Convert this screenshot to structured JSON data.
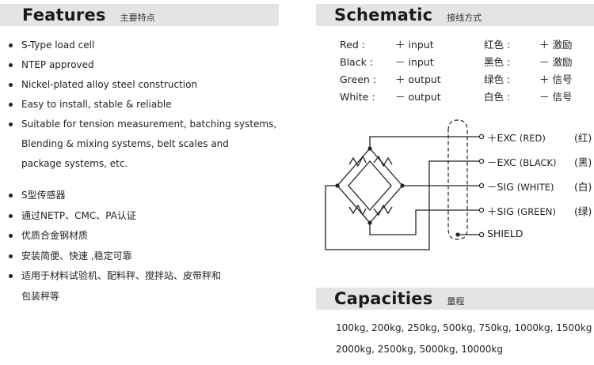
{
  "features": {
    "title": "Features",
    "subtitle": "主要特点",
    "en_items": [
      [
        "S-Type load cell"
      ],
      [
        "NTEP approved"
      ],
      [
        "Nickel-plated alloy steel construction"
      ],
      [
        "Easy to install, stable & reliable"
      ],
      [
        "Suitable for tension measurement, batching systems,",
        "Blending & mixing systems, belt scales and",
        "package systems, etc."
      ]
    ],
    "cn_items": [
      [
        "S型传感器"
      ],
      [
        "通过NETP、CMC、PA认证"
      ],
      [
        "优质合金钢材质"
      ],
      [
        "安装简便、快速 ,稳定可靠"
      ],
      [
        "适用于材料试验机、配料秤、搅拌站、皮带秤和",
        "包装秤等"
      ]
    ]
  },
  "schematic": {
    "title": "Schematic",
    "subtitle": "接线方式",
    "wires": [
      {
        "en": "Red :",
        "signal": "＋ input",
        "cn": "红色 :",
        "cn_signal": "＋ 激励"
      },
      {
        "en": "Black :",
        "signal": "－ input",
        "cn": "黑色 :",
        "cn_signal": "－ 激励"
      },
      {
        "en": "Green :",
        "signal": "＋ output",
        "cn": "绿色 :",
        "cn_signal": "＋ 信号"
      },
      {
        "en": "White :",
        "signal": "－ output",
        "cn": "白色 :",
        "cn_signal": "－ 信号"
      }
    ],
    "terminals": [
      {
        "label": "＋EXC",
        "color": "(RED)",
        "cn": "(红)"
      },
      {
        "label": "－EXC",
        "color": "(BLACK)",
        "cn": "(黑)"
      },
      {
        "label": "－SIG",
        "color": "(WHITE)",
        "cn": "(白)"
      },
      {
        "label": "＋SIG",
        "color": "(GREEN)",
        "cn": "(绿)"
      },
      {
        "label": "SHIELD",
        "color": "",
        "cn": ""
      }
    ]
  },
  "capacities": {
    "title": "Capacities",
    "subtitle": "量程",
    "line1": "100kg, 200kg, 250kg, 500kg, 750kg, 1000kg, 1500kg",
    "line2": "2000kg, 2500kg, 5000kg, 10000kg"
  },
  "colors": {
    "header_bg": "#e4e4e4",
    "text": "#222222"
  }
}
